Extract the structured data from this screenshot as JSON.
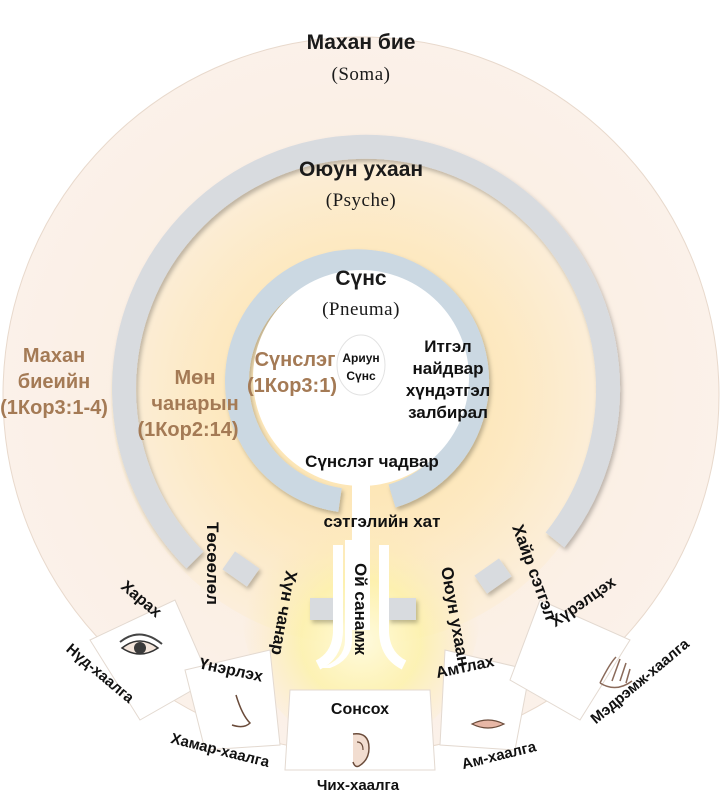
{
  "colors": {
    "outer_fill": "#fbeee2",
    "psyche_glow": "#fbe7b8",
    "ring_band": "#d9dce0",
    "spirit_ring": "#cfdbe5",
    "text_brown": "#a47a55",
    "text_dark": "#1a1a1a"
  },
  "layers": {
    "soma": {
      "title": "Махан бие",
      "latin": "(Soma)"
    },
    "psyche": {
      "title": "Оюун ухаан",
      "latin": "(Psyche)"
    },
    "pneuma": {
      "title": "Сүнс",
      "latin": "(Pneuma)"
    }
  },
  "side_labels": {
    "flesh": [
      "Махан",
      "биеийн",
      "(1Кор3:1-4)"
    ],
    "natural": [
      "Мөн",
      "чанарын",
      "(1Кор2:14)"
    ],
    "spiritual": [
      "Сүнслэг",
      "(1Кор3:1)"
    ]
  },
  "center": {
    "holy_spirit": [
      "Ариун",
      "Сүнс"
    ],
    "virtues": [
      "Итгэл",
      "найдвар",
      "хүндэтгэл",
      "залбирал"
    ],
    "spiritual_ability": "Сүнслэг чадвар",
    "conscience": "сэтгэлийн хат",
    "memory": "Ой санамж"
  },
  "psyche_faculties": {
    "imagination": "Төсөөлөл",
    "character": "Хүн чанар",
    "intellect": "Оюун ухаан",
    "love": "Хайр сэтгэл"
  },
  "senses": [
    {
      "sense": "Харах",
      "gate": "Нүд-хаалга",
      "icon": "eye-icon"
    },
    {
      "sense": "Үнэрлэх",
      "gate": "Хамар-хаалга",
      "icon": "nose-icon"
    },
    {
      "sense": "Сонсох",
      "gate": "Чих-хаалга",
      "icon": "ear-icon"
    },
    {
      "sense": "Амтлах",
      "gate": "Ам-хаалга",
      "icon": "mouth-icon"
    },
    {
      "sense": "Хүрэлцэх",
      "gate": "Мэдрэмж-хаалга",
      "icon": "hand-icon"
    }
  ]
}
